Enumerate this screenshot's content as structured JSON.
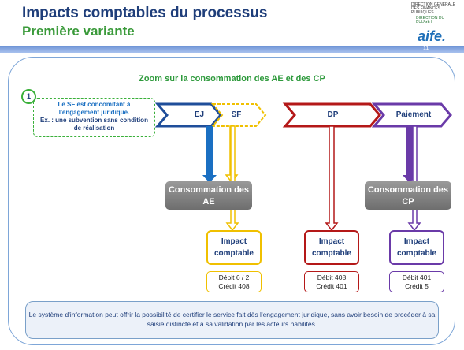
{
  "header": {
    "title": "Impacts comptables du processus",
    "subtitle": "Première variante",
    "page_number": "11",
    "logo_finances": "DIRECTION GÉNÉRALE DES FINANCES PUBLIQUES",
    "logo_budget": "DIRECTION DU BUDGET",
    "logo_aife": "aife."
  },
  "diagram": {
    "zoom_title": "Zoom sur la consommation des AE et des CP",
    "note_number": "1",
    "note_line1": "Le SF est concomitant à l'engagement juridique.",
    "note_line2": "Ex. : une subvention sans condition de réalisation",
    "steps": [
      "EJ",
      "SF",
      "DP",
      "Paiement"
    ],
    "consumption_ae": "Consommation des AE",
    "consumption_cp": "Consommation des CP",
    "impacts": [
      {
        "label": "Impact comptable",
        "debit": "Débit 6 / 2",
        "credit": "Crédit 408",
        "color": "#f0c000"
      },
      {
        "label": "Impact comptable",
        "debit": "Débit 408",
        "credit": "Crédit 401",
        "color": "#b41818"
      },
      {
        "label": "Impact comptable",
        "debit": "Débit 401",
        "credit": "Crédit 5",
        "color": "#6a3aa8"
      }
    ],
    "colors": {
      "ej": "#1f4e9a",
      "sf": "#f0c000",
      "dp": "#b41818",
      "paiement": "#6a3aa8",
      "note": "#3ab03a"
    }
  },
  "footer": {
    "text": "Le système d'information peut offrir la possibilité de certifier le service fait dès l'engagement juridique, sans avoir besoin de procéder à sa saisie distincte et à sa validation par les acteurs habilités."
  }
}
